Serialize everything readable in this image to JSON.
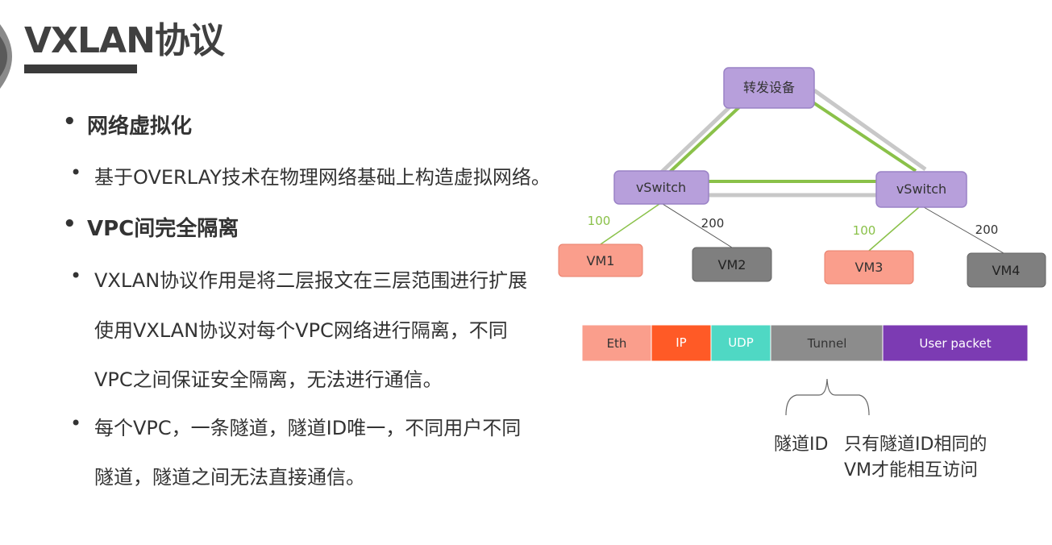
{
  "title": "VXLAN协议",
  "bullets": {
    "b1": "网络虚拟化",
    "b1_sub": "基于OVERLAY技术在物理网络基础上构造虚拟网络。",
    "b2": "VPC间完全隔离",
    "b2_sub1_l1": "VXLAN协议作用是将二层报文在三层范围进行扩展",
    "b2_sub1_l2": "使用VXLAN协议对每个VPC网络进行隔离，不同",
    "b2_sub1_l3": "VPC之间保证安全隔离，无法进行通信。",
    "b2_sub2_l1": "每个VPC，一条隧道，隧道ID唯一，不同用户不同",
    "b2_sub2_l2": "隧道，隧道之间无法直接通信。"
  },
  "diagram": {
    "forwarding_device": "转发设备",
    "vswitch_left": "vSwitch",
    "vswitch_right": "vSwitch",
    "vm1": "VM1",
    "vm2": "VM2",
    "vm3": "VM3",
    "vm4": "VM4",
    "vlan_100_left": "100",
    "vlan_200_left": "200",
    "vlan_100_right": "100",
    "vlan_200_right": "200"
  },
  "packet": {
    "eth": "Eth",
    "ip": "IP",
    "udp": "UDP",
    "tunnel": "Tunnel",
    "user_packet": "User packet"
  },
  "notes": {
    "tunnel_id": "隧道ID",
    "only_same_l1": "只有隧道ID相同的",
    "only_same_l2": "VM才能相互访问"
  },
  "colors": {
    "node_purple": "#b79fdb",
    "green_link": "#8ac149",
    "gray_link": "#c8c8c8",
    "vm_salmon": "#fa9e8c",
    "vm_gray": "#7f7f7f",
    "eth": "#fa9e8c",
    "ip": "#ff5a26",
    "udp": "#4fd8c4",
    "tunnel": "#8c8c8c",
    "user_packet": "#7c3bb3"
  }
}
